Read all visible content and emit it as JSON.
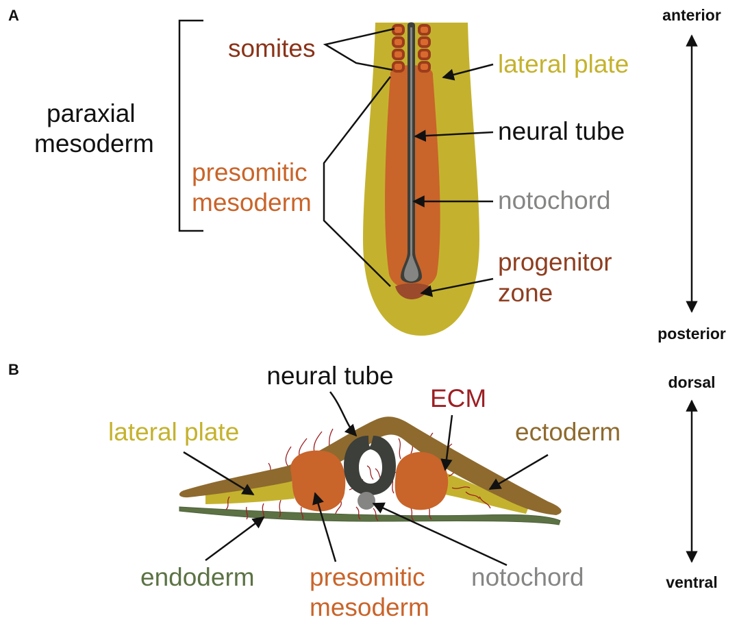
{
  "panel_a": {
    "panel_label": "A",
    "labels": {
      "somites": "somites",
      "paraxial_line1": "paraxial",
      "paraxial_line2": "mesoderm",
      "presomitic_line1": "presomitic",
      "presomitic_line2": "mesoderm",
      "lateral_plate": "lateral plate",
      "neural_tube": "neural tube",
      "notochord": "notochord",
      "progenitor_line1": "progenitor",
      "progenitor_line2": "zone"
    },
    "axis": {
      "top": "anterior",
      "bottom": "posterior"
    }
  },
  "panel_b": {
    "panel_label": "B",
    "labels": {
      "neural_tube": "neural tube",
      "ecm": "ECM",
      "lateral_plate": "lateral plate",
      "ectoderm": "ectoderm",
      "endoderm": "endoderm",
      "presomitic_line1": "presomitic",
      "presomitic_line2": "mesoderm",
      "notochord": "notochord"
    },
    "axis": {
      "top": "dorsal",
      "bottom": "ventral"
    }
  },
  "colors": {
    "lateral_plate": "#c4b22e",
    "presomitic_mesoderm": "#c9642a",
    "somite": "#9c3c1c",
    "progenitor_zone": "#9b4a2b",
    "neural_tube": "#3c3f3a",
    "notochord": "#858684",
    "ectoderm": "#8e6a2e",
    "endoderm": "#5c7244",
    "ecm": "#9c1f23",
    "text_black": "#111111"
  }
}
